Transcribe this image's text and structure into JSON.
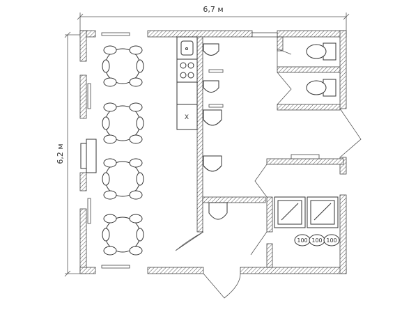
{
  "dimensions": {
    "width_label": "6,7 м",
    "height_label": "6,2 м"
  },
  "stove_mark": "X",
  "sizes": [
    "100",
    "100",
    "100"
  ]
}
